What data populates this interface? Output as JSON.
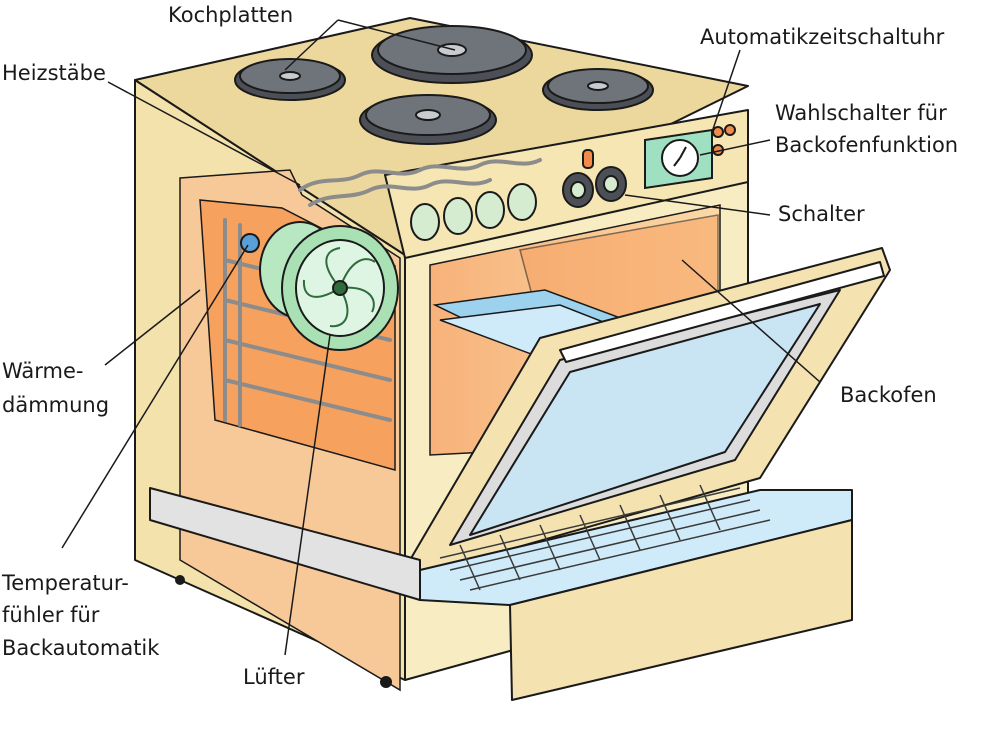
{
  "labels": {
    "kochplatten": "Kochplatten",
    "heizstaebe": "Heizstäbe",
    "automatik": "Automatikzeitschaltuhr",
    "wahlschalter_1": "Wahlschalter für",
    "wahlschalter_2": "Backofenfunktion",
    "schalter": "Schalter",
    "waerme_1": "Wärme-",
    "waerme_2": "dämmung",
    "backofen": "Backofen",
    "temp_1": "Temperatur-",
    "temp_2": "fühler für",
    "temp_3": "Backautomatik",
    "luefter": "Lüfter"
  },
  "colors": {
    "cabinet": "#f6e9b8",
    "cabinet_top": "#e9d59a",
    "insulation": "#f6a25e",
    "fan": "#a9e0b4",
    "glass": "#bfe0f2",
    "hotplate": "#5e6268",
    "outline": "#1a1a1a"
  }
}
